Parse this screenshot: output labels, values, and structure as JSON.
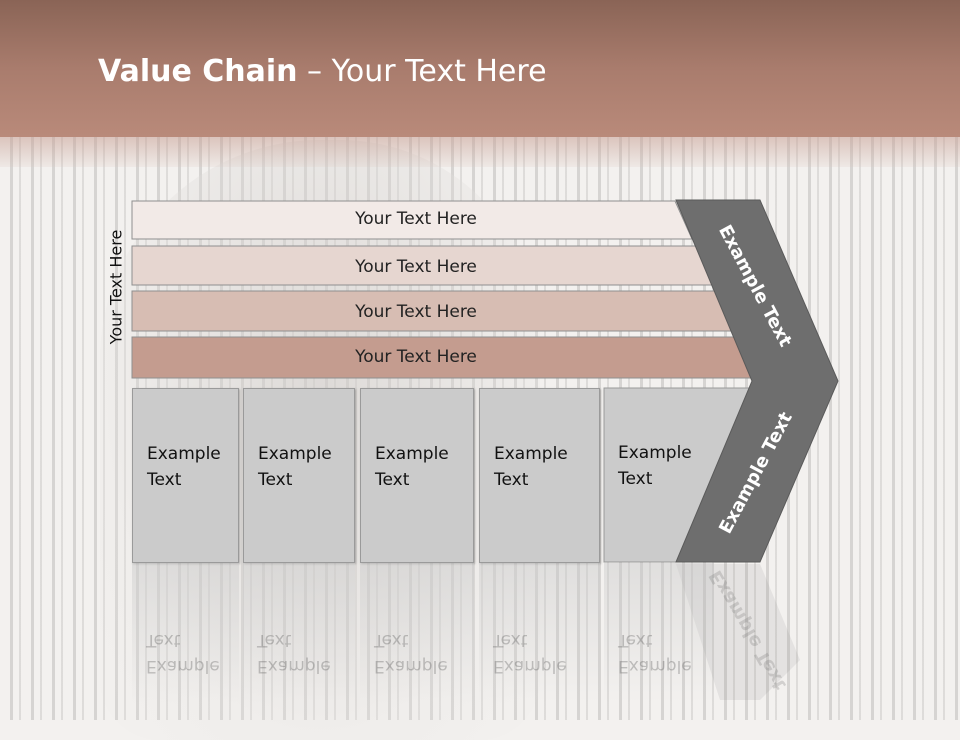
{
  "title": {
    "bold": "Value Chain",
    "rest": " – Your Text Here"
  },
  "side_label": "Your Text Here",
  "bars": [
    {
      "label": "Your Text Here",
      "color": "#f2eae7"
    },
    {
      "label": "Your Text Here",
      "color": "#e6d6d0"
    },
    {
      "label": "Your Text Here",
      "color": "#d7bdb3"
    },
    {
      "label": "Your Text Here",
      "color": "#c49c8f"
    }
  ],
  "boxes": [
    {
      "line1": "Example",
      "line2": "Text"
    },
    {
      "line1": "Example",
      "line2": "Text"
    },
    {
      "line1": "Example",
      "line2": "Text"
    },
    {
      "line1": "Example",
      "line2": "Text"
    },
    {
      "line1": "Example",
      "line2": "Text"
    }
  ],
  "chevron": {
    "upper_label": "Example Text",
    "lower_label": "Example Text",
    "color": "#6e6e6e"
  },
  "colors": {
    "header": "#a97c6d",
    "box_fill": "#cbcbcb"
  }
}
